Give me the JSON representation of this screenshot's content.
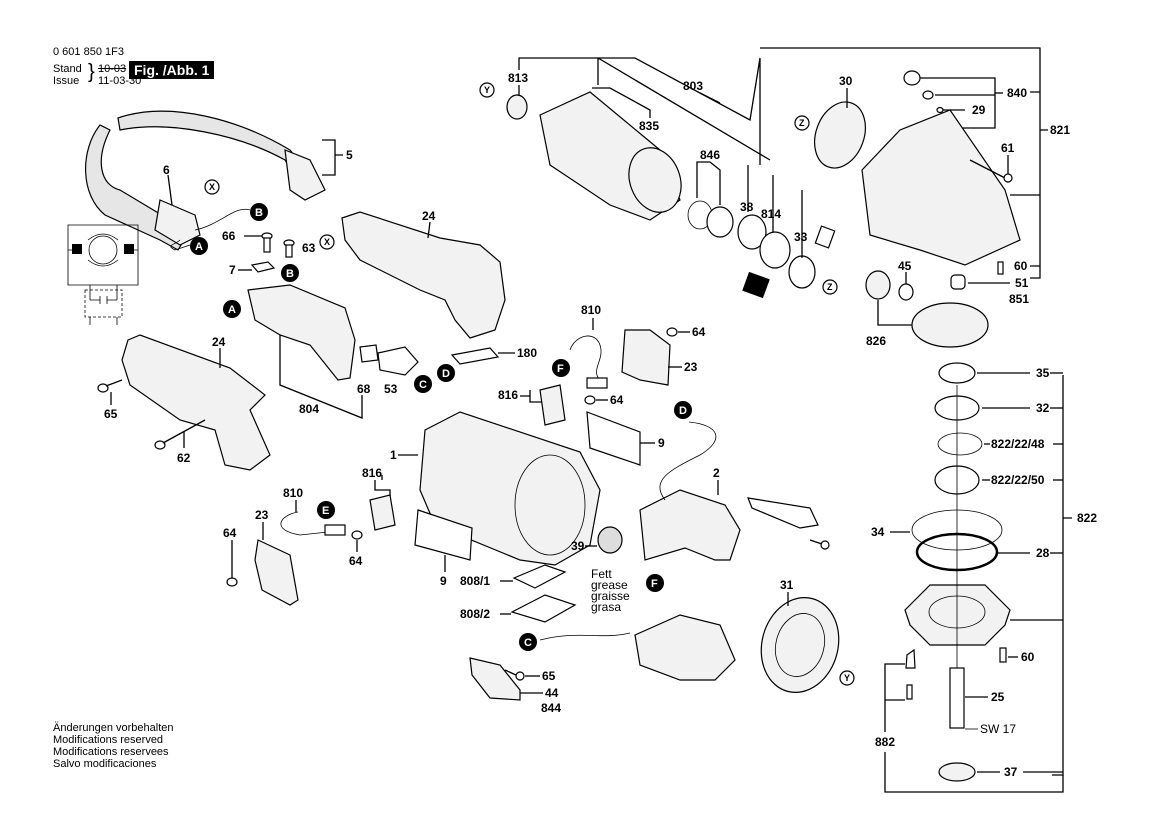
{
  "header": {
    "part_number": "0 601 850 1F3",
    "stand_label": "Stand",
    "issue_label": "Issue",
    "stand_date_struck": "10-03",
    "issue_date": "11-03-30",
    "figure_label": "Fig. /Abb. 1"
  },
  "notes": [
    "Änderungen vorbehalten",
    "Modifications reserved",
    "Modifications reservees",
    "Salvo modificaciones"
  ],
  "grease_note": [
    "Fett",
    "grease",
    "graisse",
    "grasa"
  ],
  "wrench_size": "SW 17",
  "connectors": [
    "A",
    "B",
    "C",
    "D",
    "E",
    "F"
  ],
  "reference_markers": [
    "X",
    "Y",
    "Z"
  ],
  "part_labels": {
    "p5": "5",
    "p6": "6",
    "p7": "7",
    "p66": "66",
    "p63": "63",
    "p24a": "24",
    "p24b": "24",
    "p65a": "65",
    "p62": "62",
    "p68": "68",
    "p53": "53",
    "p804": "804",
    "p180": "180",
    "p810a": "810",
    "p816a": "816",
    "p64a": "64",
    "p23a": "23",
    "p9a": "9",
    "p1": "1",
    "p816b": "816",
    "p810b": "810",
    "p23b": "23",
    "p64b": "64",
    "p64c": "64",
    "p9b": "9",
    "p808_1": "808/1",
    "p808_2": "808/2",
    "p39": "39",
    "p2": "2",
    "p65b": "65",
    "p44": "44",
    "p844": "844",
    "p31": "31",
    "p813": "813",
    "p803": "803",
    "p835": "835",
    "p846": "846",
    "p38": "38",
    "p814": "814",
    "p33": "33",
    "p30": "30",
    "p840": "840",
    "p29": "29",
    "p61": "61",
    "p821": "821",
    "p60a": "60",
    "p51": "51",
    "p851": "851",
    "p45": "45",
    "p826": "826",
    "p35": "35",
    "p32": "32",
    "p822_22_48": "822/22/48",
    "p822_22_50": "822/22/50",
    "p822": "822",
    "p34": "34",
    "p28": "28",
    "p60b": "60",
    "p25": "25",
    "p882": "882",
    "p37": "37",
    "p64d": "64"
  }
}
